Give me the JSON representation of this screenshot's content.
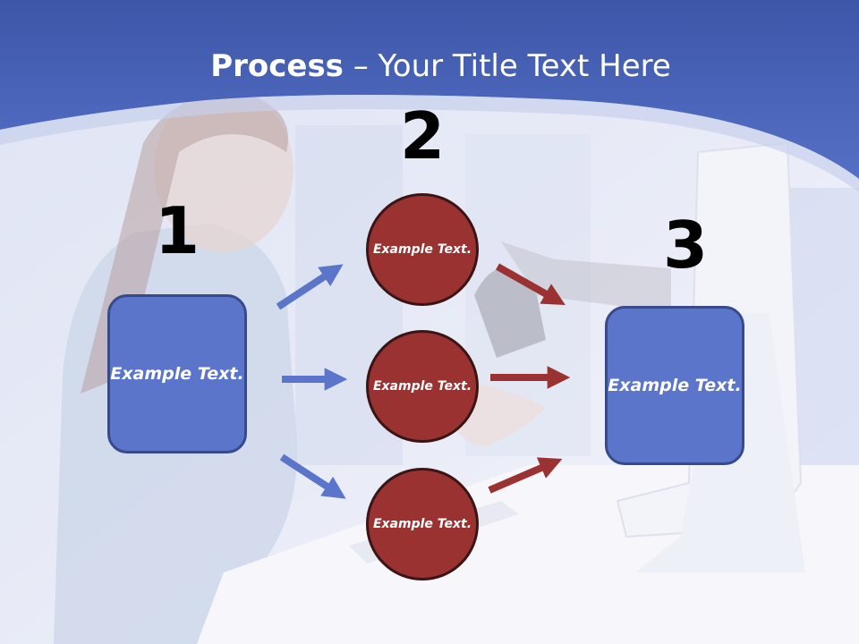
{
  "title": {
    "bold": "Process",
    "rest": " – Your Title Text Here"
  },
  "steps": {
    "one": "1",
    "two": "2",
    "three": "3"
  },
  "left_box": {
    "text": "Example Text."
  },
  "right_box": {
    "text": "Example Text."
  },
  "circles": [
    {
      "text": "Example Text."
    },
    {
      "text": "Example Text."
    },
    {
      "text": "Example Text."
    }
  ],
  "colors": {
    "header_blue": "#4a63b5",
    "box_fill": "#5a75c9",
    "box_border": "#364a8c",
    "circle_fill": "#9b3232",
    "circle_border": "#3a1515",
    "blue_arrow": "#5a75c9",
    "red_arrow": "#9b3232"
  }
}
